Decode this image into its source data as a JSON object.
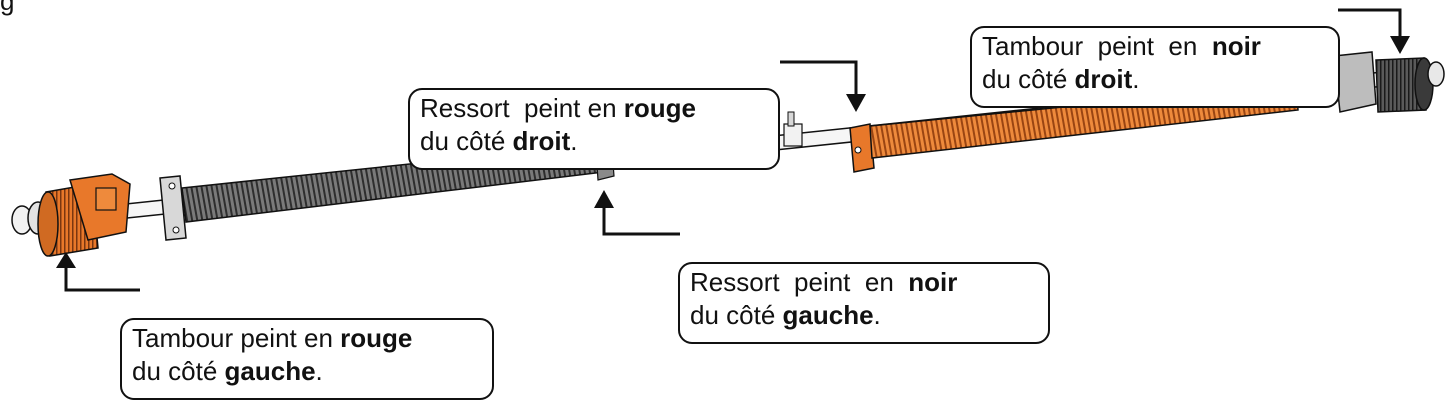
{
  "header_fragment": "g",
  "callouts": {
    "drum_left": {
      "line1_prefix": "Tambour peint en ",
      "line1_bold": "rouge",
      "line2_prefix": "du côté ",
      "line2_bold": "gauche",
      "line2_suffix": "."
    },
    "spring_right": {
      "line1_prefix": "Ressort  peint en ",
      "line1_bold": "rouge",
      "line2_prefix": "du côté ",
      "line2_bold": "droit",
      "line2_suffix": "."
    },
    "spring_left": {
      "line1_prefix": "Ressort  peint  en  ",
      "line1_bold": "noir",
      "line2_prefix": "du côté ",
      "line2_bold": "gauche",
      "line2_suffix": "."
    },
    "drum_right": {
      "line1_prefix": "Tambour  peint  en  ",
      "line1_bold": "noir",
      "line2_prefix": "du côté ",
      "line2_bold": "droit",
      "line2_suffix": "."
    }
  },
  "colors": {
    "orange_part": "#e8782a",
    "orange_dark": "#b8561a",
    "gray_spring": "#6e6e6e",
    "gray_dark": "#3e3e3e",
    "shaft": "#f4f4f4",
    "outline": "#111111",
    "arrow": "#111111"
  }
}
